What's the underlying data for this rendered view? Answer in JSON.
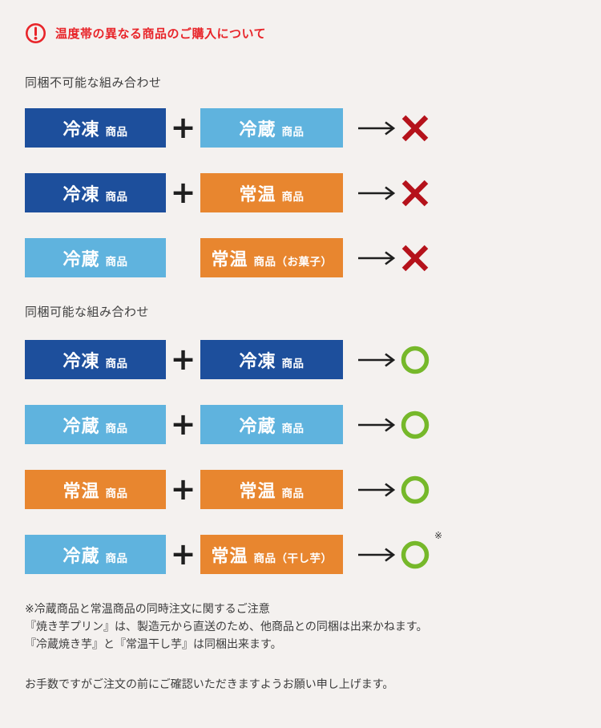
{
  "header": {
    "title": "温度帯の異なる商品のご購入について"
  },
  "colors": {
    "background": "#f4f1ef",
    "accent_red": "#e8252a",
    "cross_red": "#b5121b",
    "circle_green": "#76b82a",
    "frozen_blue": "#1d4f9c",
    "chilled_blue": "#5fb3de",
    "ambient_orange": "#e8862f",
    "text": "#3c3c3c"
  },
  "sections": {
    "impossible": {
      "heading": "同梱不可能な組み合わせ",
      "rows": [
        {
          "left_label": "冷凍",
          "left_sub": "商品",
          "left_type": "frozen",
          "operator": "+",
          "right_label": "冷蔵",
          "right_sub": "商品",
          "right_type": "chilled",
          "result": "✕"
        },
        {
          "left_label": "冷凍",
          "left_sub": "商品",
          "left_type": "frozen",
          "operator": "+",
          "right_label": "常温",
          "right_sub": "商品",
          "right_type": "ambient",
          "result": "✕"
        },
        {
          "left_label": "冷蔵",
          "left_sub": "商品",
          "left_type": "chilled",
          "operator": "",
          "right_label": "常温",
          "right_sub": "商品（お菓子）",
          "right_type": "ambient",
          "result": "✕"
        }
      ]
    },
    "possible": {
      "heading": "同梱可能な組み合わせ",
      "rows": [
        {
          "left_label": "冷凍",
          "left_sub": "商品",
          "left_type": "frozen",
          "operator": "+",
          "right_label": "冷凍",
          "right_sub": "商品",
          "right_type": "frozen",
          "result": "○"
        },
        {
          "left_label": "冷蔵",
          "left_sub": "商品",
          "left_type": "chilled",
          "operator": "+",
          "right_label": "冷蔵",
          "right_sub": "商品",
          "right_type": "chilled",
          "result": "○"
        },
        {
          "left_label": "常温",
          "left_sub": "商品",
          "left_type": "ambient",
          "operator": "+",
          "right_label": "常温",
          "right_sub": "商品",
          "right_type": "ambient",
          "result": "○"
        },
        {
          "left_label": "冷蔵",
          "left_sub": "商品",
          "left_type": "chilled",
          "operator": "+",
          "right_label": "常温",
          "right_sub": "商品（干し芋）",
          "right_type": "ambient",
          "result": "○",
          "annotation": "※"
        }
      ]
    }
  },
  "notes": {
    "title": "※冷蔵商品と常温商品の同時注文に関するご注意",
    "line1": "『焼き芋プリン』は、製造元から直送のため、他商品との同梱は出来かねます。",
    "line2": "『冷蔵焼き芋』と『常温干し芋』は同梱出来ます。",
    "closing": "お手数ですがご注文の前にご確認いただきますようお願い申し上げます。"
  }
}
